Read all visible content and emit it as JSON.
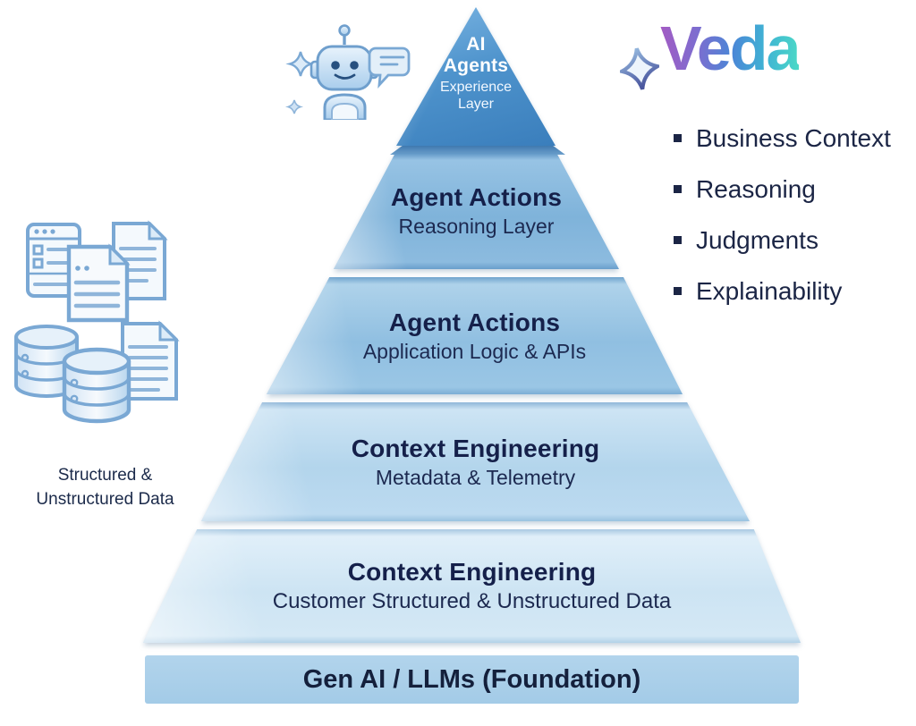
{
  "brand": {
    "name": "Veda",
    "sparkle_icon": "four-point-star",
    "gradient_colors": [
      "#a15cc4",
      "#4b86d6",
      "#4cd9c6"
    ]
  },
  "capabilities": {
    "items": [
      {
        "label": "Business Context"
      },
      {
        "label": "Reasoning"
      },
      {
        "label": "Judgments"
      },
      {
        "label": "Explainability"
      }
    ],
    "text_color": "#1b2545"
  },
  "data_sources": {
    "label": "Structured & Unstructured Data",
    "icons": [
      "browser-window-icon",
      "document-icon",
      "document-icon",
      "database-icon",
      "database-icon",
      "document-icon"
    ]
  },
  "assistant": {
    "icon": "robot-with-speech-bubble-icon"
  },
  "pyramid": {
    "layers": [
      {
        "title": "AI Agents",
        "subtitle": "Experience Layer",
        "fill": "#4e93cc",
        "text_color": "#ffffff"
      },
      {
        "title": "Agent Actions",
        "subtitle": "Reasoning Layer",
        "fill": "#82b5dc",
        "text_color": "#15204a"
      },
      {
        "title": "Agent Actions",
        "subtitle": "Application Logic & APIs",
        "fill": "#95c2e3",
        "text_color": "#15204a"
      },
      {
        "title": "Context Engineering",
        "subtitle": "Metadata & Telemetry",
        "fill": "#b7d7ee",
        "text_color": "#15204a"
      },
      {
        "title": "Context Engineering",
        "subtitle": "Customer Structured & Unstructured Data",
        "fill": "#d0e6f4",
        "text_color": "#15204a"
      }
    ],
    "foundation": {
      "label": "Gen AI / LLMs (Foundation)",
      "fill": "#a9cfe9",
      "text_color": "#14203c"
    }
  }
}
